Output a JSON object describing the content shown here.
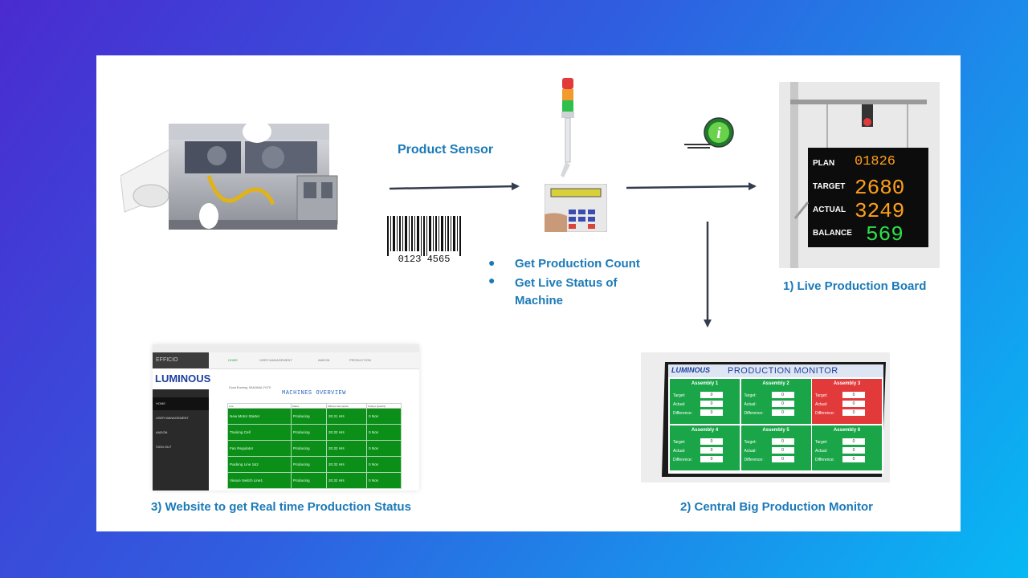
{
  "labels": {
    "product_sensor": "Product Sensor",
    "bullets": [
      "Get Production Count",
      "Get Live Status of Machine"
    ],
    "caption_board": "1) Live Production Board",
    "caption_monitor": "2) Central Big Production Monitor",
    "caption_website": "3) Website to get Real time Production Status"
  },
  "barcode_text": "0123  4565",
  "info_icon": "info-icon",
  "live_board": {
    "rows": [
      {
        "label": "PLAN",
        "value": "01826",
        "color": "#ff9f1a"
      },
      {
        "label": "TARGET",
        "value": "2680",
        "color": "#ff9f1a"
      },
      {
        "label": "ACTUAL",
        "value": "3249",
        "color": "#ff9f1a"
      },
      {
        "label": "BALANCE",
        "value": "569",
        "color": "#2fe04a"
      }
    ]
  },
  "website": {
    "brand": "EFFICIO",
    "logo": "LUMINOUS",
    "nav": [
      "HOME",
      "USER MANAGEMENT",
      "ANDON",
      "PRODUCTION"
    ],
    "side_items": [
      "HOME",
      "USER MANAGEMENT",
      "ANDON",
      "SIGN OUT"
    ],
    "greeting": "Good Evening, SANJANA JYOTI",
    "table_title": "MACHINES OVERVIEW",
    "columns": [
      "Line",
      "Status",
      "Without Interruption",
      "Today's Quantity"
    ],
    "rows": [
      [
        "New Motor Starter",
        "Producing",
        "20.31 Hrs",
        "0 Nos"
      ],
      [
        "Training Cell",
        "Producing",
        "20.32 Hrs",
        "0 Nos"
      ],
      [
        "Fan Regulator",
        "Producing",
        "20.32 Hrs",
        "0 Nos"
      ],
      [
        "Packing Line 1&2",
        "Producing",
        "20.32 Hrs",
        "0 Nos"
      ],
      [
        "Vivace Switch Line1",
        "Producing",
        "20.32 Hrs",
        "0 Nos"
      ]
    ]
  },
  "monitor": {
    "brand": "LUMINOUS",
    "title": "PRODUCTION MONITOR",
    "panels": [
      {
        "name": "Assembly 1",
        "alert": false
      },
      {
        "name": "Assembly 2",
        "alert": false
      },
      {
        "name": "Assembly 3",
        "alert": true
      },
      {
        "name": "Assembly 4",
        "alert": false
      },
      {
        "name": "Assembly 5",
        "alert": false
      },
      {
        "name": "Assembly 6",
        "alert": false
      }
    ],
    "field_labels": [
      "Target:",
      "Actual:",
      "Difference:"
    ],
    "field_values": [
      "0",
      "0",
      "0"
    ]
  },
  "colors": {
    "accent_text": "#1a7ab8",
    "arrow": "#333d4f",
    "monitor_green": "#1aa648",
    "monitor_red": "#e23a3a"
  }
}
